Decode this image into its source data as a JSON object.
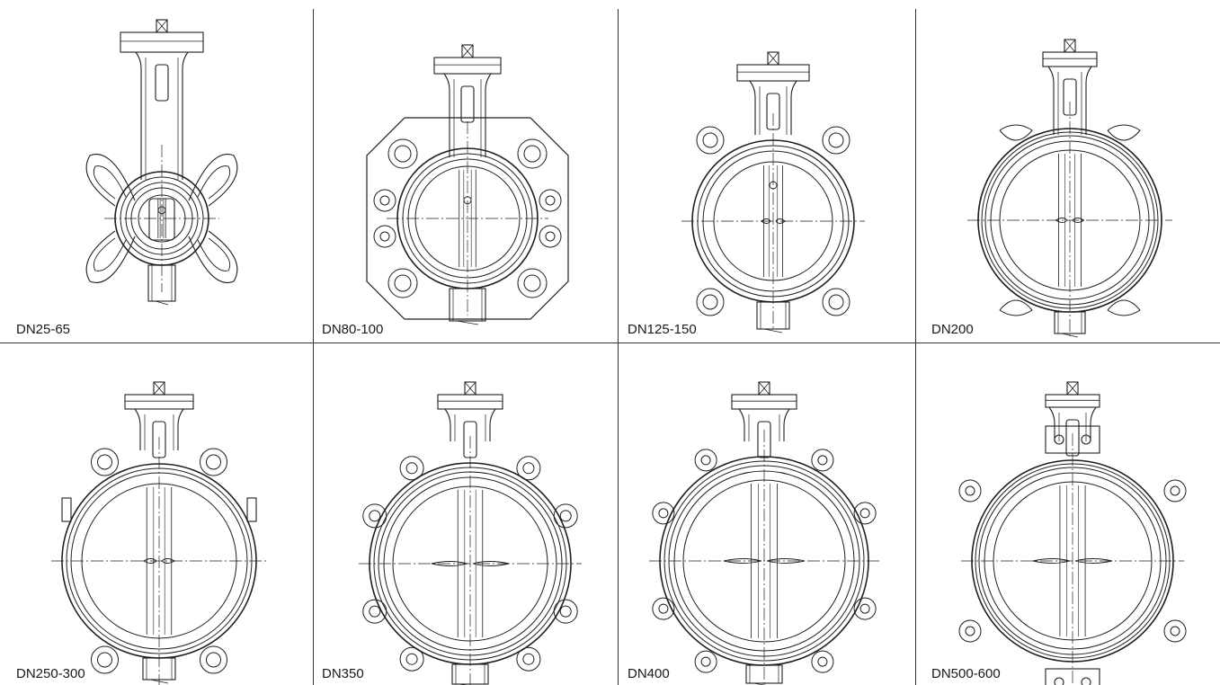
{
  "valves": [
    {
      "label": "DN25-65",
      "style": 0
    },
    {
      "label": "DN80-100",
      "style": 1
    },
    {
      "label": "DN125-150",
      "style": 2
    },
    {
      "label": "DN200",
      "style": 3
    },
    {
      "label": "DN250-300",
      "style": 4
    },
    {
      "label": "DN350",
      "style": 5
    },
    {
      "label": "DN400",
      "style": 6
    },
    {
      "label": "DN500-600",
      "style": 7
    }
  ]
}
